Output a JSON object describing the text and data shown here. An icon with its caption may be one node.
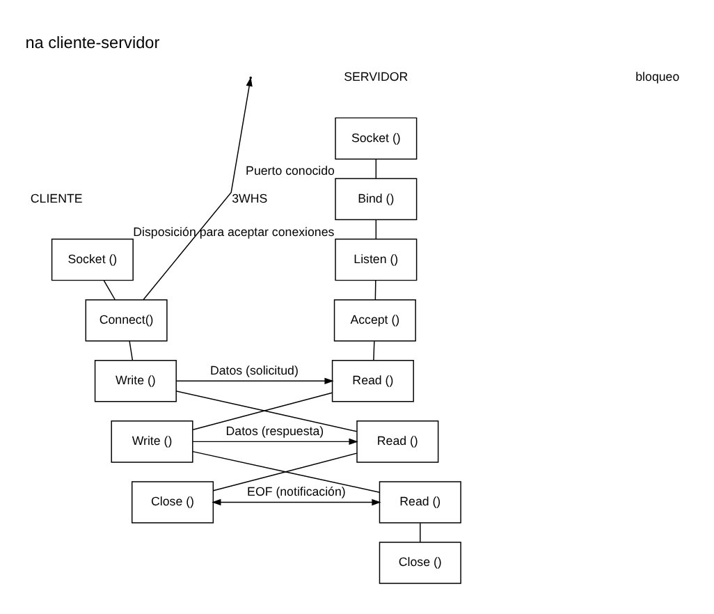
{
  "diagram": {
    "title": "na cliente-servidor",
    "nodes": [
      {
        "text": [
          "Socket ()"
        ]
      },
      {
        "text": [
          "Connect()"
        ]
      },
      {
        "text": [
          "Write ()"
        ]
      },
      {
        "text": [
          "Read ()"
        ]
      },
      {
        "text": [
          "Close ()"
        ]
      },
      {
        "text": [
          "Socket ()"
        ]
      },
      {
        "text": [
          "Bind ()"
        ],
        "beside": [
          "Puerto conocido"
        ]
      },
      {
        "text": [
          "Listen ()"
        ],
        "beside": [
          "Disposición para aceptar conexiones"
        ]
      },
      {
        "text": [
          "Accept ()"
        ]
      },
      {
        "text": [
          "Read ()"
        ]
      },
      {
        "text": [
          "Write ()"
        ]
      },
      {
        "text": [
          "Read ()"
        ]
      },
      {
        "text": [
          "Close ()"
        ]
      }
    ],
    "edges": [
      {
        "from": 0,
        "to": 1,
        "arrow": "none"
      },
      {
        "from": 1,
        "to": 2,
        "arrow": "none"
      },
      {
        "from": 2,
        "to": 3,
        "arrow": "none"
      },
      {
        "from": 3,
        "to": 4,
        "arrow": "none"
      },
      {
        "from": 5,
        "to": 6,
        "arrow": "none"
      },
      {
        "from": 6,
        "to": 7,
        "arrow": "none"
      },
      {
        "from": 7,
        "to": 8,
        "arrow": "none"
      },
      {
        "from": 8,
        "to": 9,
        "arrow": "none"
      },
      {
        "from": 9,
        "to": 10,
        "arrow": "none"
      },
      {
        "from": 10,
        "to": 11,
        "arrow": "none"
      },
      {
        "from": 11,
        "to": 12,
        "arrow": "none"
      },
      {
        "from": 1,
        "to": null,
        "arrow": "to",
        "label": "3WHS"
      },
      {
        "from": 2,
        "to": 9,
        "arrow": "to",
        "label": "Datos (solicitud)"
      },
      {
        "from": 10,
        "to": 3,
        "arrow": "to",
        "label": "Datos (respuesta)"
      },
      {
        "from": 4,
        "to": 11,
        "arrow": "both",
        "label": "EOF (notificación)"
      }
    ],
    "labels": [
      "SERVIDOR",
      "CLIENTE",
      "bloqueo"
    ]
  }
}
